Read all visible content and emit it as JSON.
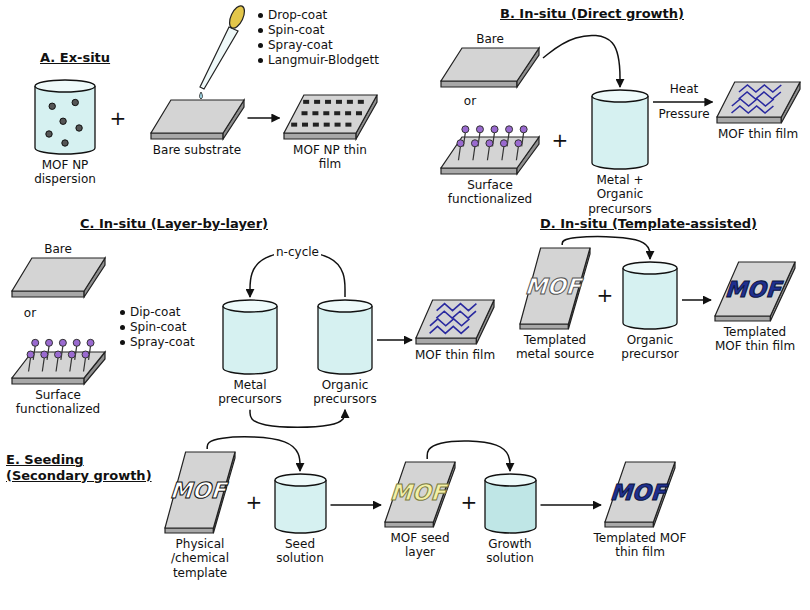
{
  "diagram": {
    "nodes": [
      {
        "text": [
          "MOF NP dispersion"
        ]
      },
      {
        "text": [
          "Bare substrate"
        ]
      },
      {
        "text": [
          "MOF NP thin film"
        ]
      },
      {
        "text": [
          "Bare"
        ]
      },
      {
        "text": [
          "Surface functionalized"
        ]
      },
      {
        "text": [
          "Metal + Organic precursors"
        ]
      },
      {
        "text": [
          "MOF thin film"
        ]
      },
      {
        "text": [
          "Bare"
        ]
      },
      {
        "text": [
          "Surface functionalized"
        ]
      },
      {
        "text": [
          "Metal precursors"
        ]
      },
      {
        "text": [
          "Organic precursors"
        ]
      },
      {
        "text": [
          "MOF thin film"
        ]
      },
      {
        "text": [
          "MOF",
          "Templated metal source"
        ]
      },
      {
        "text": [
          "Organic precursor"
        ]
      },
      {
        "text": [
          "MOF",
          "Templated MOF thin film"
        ]
      },
      {
        "text": [
          "MOF",
          "Physical /chemical template"
        ]
      },
      {
        "text": [
          "Seed solution"
        ]
      },
      {
        "text": [
          "MOF",
          "MOF seed layer"
        ]
      },
      {
        "text": [
          "Growth solution"
        ]
      },
      {
        "text": [
          "MOF",
          "Templated MOF thin film"
        ]
      }
    ],
    "edges": [
      {
        "from": 1,
        "to": 2,
        "arrow": "to"
      },
      {
        "from": 3,
        "to": 5,
        "arrow": "to"
      },
      {
        "from": 5,
        "to": 6,
        "arrow": "to"
      },
      {
        "from": 10,
        "to": 9,
        "label": "n-cycle",
        "arrow": "to"
      },
      {
        "from": 9,
        "to": 10,
        "arrow": "to"
      },
      {
        "from": 10,
        "to": 11,
        "arrow": "to"
      },
      {
        "from": 12,
        "to": 13,
        "arrow": "to"
      },
      {
        "from": 13,
        "to": 14,
        "arrow": "to"
      },
      {
        "from": 15,
        "to": 16,
        "arrow": "to"
      },
      {
        "from": 16,
        "to": 17,
        "arrow": "to"
      },
      {
        "from": 17,
        "to": 18,
        "arrow": "to"
      },
      {
        "from": 18,
        "to": 19,
        "arrow": "to"
      }
    ],
    "labels": [
      "A. Ex-situ",
      "Drop-coat",
      "Spin-coat",
      "Spray-coat",
      "Langmuir-Blodgett",
      "+",
      "B. In-situ (Direct growth)",
      "or",
      "+",
      "Heat",
      "Pressure",
      "C. In-situ (Layer-by-layer)",
      "or",
      "Dip-coat",
      "Spin-coat",
      "Spray-coat",
      "D. In-situ (Template-assisted)",
      "+",
      "E. Seeding (Secondary growth)",
      "+",
      "+"
    ]
  }
}
